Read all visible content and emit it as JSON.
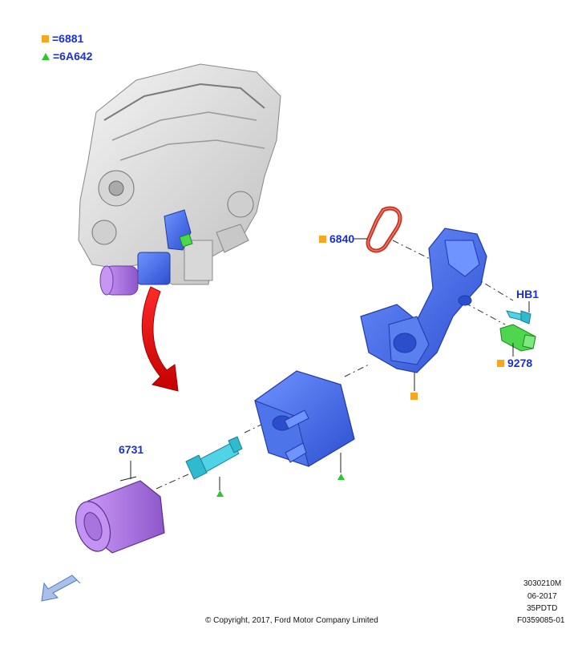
{
  "legend": [
    {
      "symbol": "square",
      "color": "#f5a623",
      "text": "=6881"
    },
    {
      "symbol": "triangle",
      "color": "#2fc52f",
      "text": "=6A642"
    }
  ],
  "callouts": {
    "c6840": "6840",
    "hb1": "HB1",
    "c9278": "9278",
    "c6731": "6731"
  },
  "footer": {
    "copyright": "© Copyright, 2017, Ford Motor Company Limited",
    "code": "3030210M",
    "date": "06-2017",
    "engine": "35PDTD",
    "figure": "F0359085-01"
  },
  "colors": {
    "label_blue": "#1a2fd6",
    "part_blue": "#3f63e6",
    "filter_purple": "#b67fe8",
    "gasket_red": "#d43a2a",
    "sensor_green": "#4fd64f",
    "arrow_red": "#e01010"
  }
}
